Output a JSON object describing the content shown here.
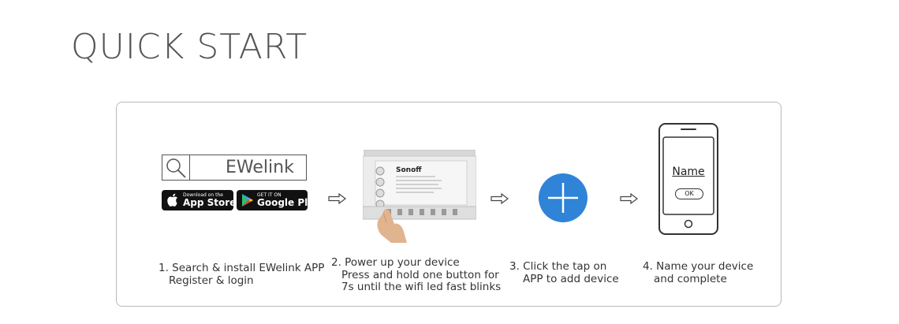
{
  "page": {
    "title": "QUICK START"
  },
  "step1": {
    "search_text": "EWelink",
    "app_store": {
      "small": "Download on the",
      "big": "App Store"
    },
    "google_play": {
      "small": "GET IT ON",
      "big": "Google Play"
    },
    "lines": [
      "1. Search & install EWelink APP",
      "Register & login"
    ]
  },
  "step2": {
    "lines": [
      "2. Power up your device",
      "Press and hold one button for",
      "7s until the wifi led fast blinks"
    ]
  },
  "step3": {
    "lines": [
      "3. Click the tap on",
      "APP to add device"
    ]
  },
  "step4": {
    "phone_label": "Name",
    "ok_label": "OK",
    "lines": [
      "4. Name your device",
      "and complete"
    ]
  },
  "colors": {
    "accent": "#2f84d8",
    "border": "#b9b9b9",
    "text": "#333333"
  },
  "icons": [
    "search-icon",
    "apple-icon",
    "google-play-icon",
    "arrow-right-icon",
    "plus-icon",
    "phone-icon",
    "device-image"
  ]
}
